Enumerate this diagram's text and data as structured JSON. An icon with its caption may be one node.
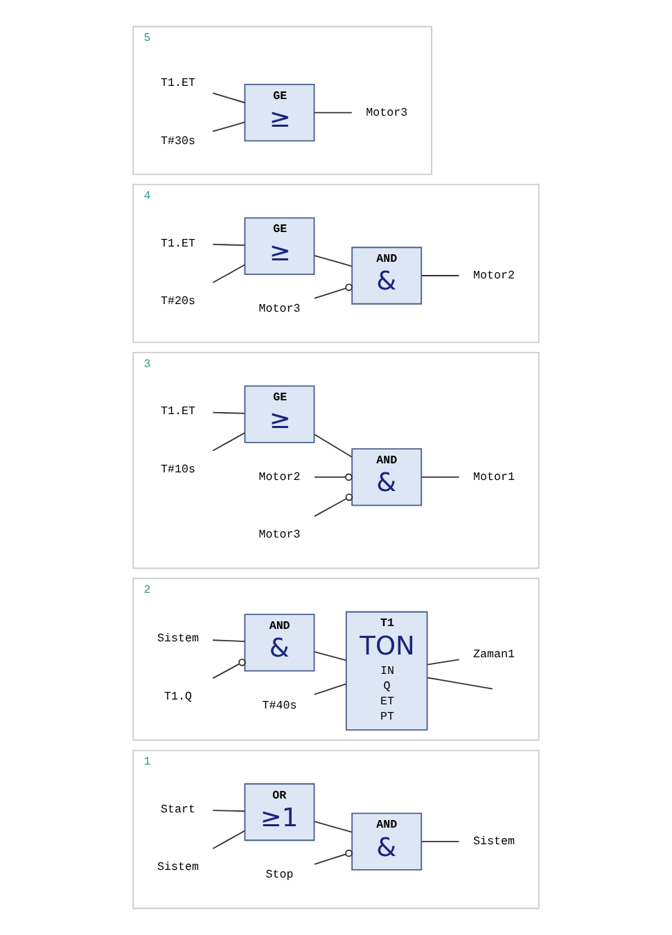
{
  "diagram": {
    "nodes": [
      {
        "text": [
          "1"
        ]
      },
      {
        "text": [
          "Start"
        ],
        "in": 0
      },
      {
        "text": [
          "Sistem"
        ],
        "in": 0
      },
      {
        "text": [
          "OR",
          "≥1"
        ],
        "in": 0
      },
      {
        "text": [
          "AND",
          "&"
        ],
        "in": 0
      },
      {
        "text": [
          "Stop"
        ],
        "in": 0
      },
      {
        "text": [
          "Sistem"
        ],
        "in": 0
      },
      {
        "text": [
          "2"
        ]
      },
      {
        "text": [
          "Sistem"
        ],
        "in": 7
      },
      {
        "text": [
          "T1.Q"
        ],
        "in": 7
      },
      {
        "text": [
          "AND",
          "&"
        ],
        "in": 7
      },
      {
        "text": [
          "T1",
          "TON",
          "IN",
          "Q",
          "ET",
          "PT"
        ],
        "in": 7
      },
      {
        "text": [
          "T#40s"
        ],
        "in": 7
      },
      {
        "text": [
          "Zaman1"
        ],
        "in": 7
      },
      {
        "text": [
          "3"
        ]
      },
      {
        "text": [
          "T1.ET"
        ],
        "in": 14
      },
      {
        "text": [
          "T#10s"
        ],
        "in": 14
      },
      {
        "text": [
          "GE",
          "≥"
        ],
        "in": 14
      },
      {
        "text": [
          "AND",
          "&"
        ],
        "in": 14
      },
      {
        "text": [
          "Motor2"
        ],
        "in": 14
      },
      {
        "text": [
          "Motor3"
        ],
        "in": 14
      },
      {
        "text": [
          "Motor1"
        ],
        "in": 14
      },
      {
        "text": [
          "4"
        ]
      },
      {
        "text": [
          "T1.ET"
        ],
        "in": 22
      },
      {
        "text": [
          "T#20s"
        ],
        "in": 22
      },
      {
        "text": [
          "GE",
          "≥"
        ],
        "in": 22
      },
      {
        "text": [
          "AND",
          "&"
        ],
        "in": 22
      },
      {
        "text": [
          "Motor3"
        ],
        "in": 22
      },
      {
        "text": [
          "Motor2"
        ],
        "in": 22
      },
      {
        "text": [
          "5"
        ]
      },
      {
        "text": [
          "T1.ET"
        ],
        "in": 29
      },
      {
        "text": [
          "T#30s"
        ],
        "in": 29
      },
      {
        "text": [
          "GE",
          "≥"
        ],
        "in": 29
      },
      {
        "text": [
          "Motor3"
        ],
        "in": 29
      }
    ],
    "edges": [
      {
        "from": 1,
        "to": 3,
        "arrow": "none"
      },
      {
        "from": 2,
        "to": 3,
        "arrow": "none"
      },
      {
        "from": 3,
        "to": 4,
        "arrow": "none"
      },
      {
        "from": 5,
        "to": 4,
        "arrow": "other"
      },
      {
        "from": 4,
        "to": 6,
        "arrow": "none"
      },
      {
        "from": 8,
        "to": 10,
        "arrow": "none"
      },
      {
        "from": 9,
        "to": 10,
        "arrow": "other"
      },
      {
        "from": 10,
        "to": 11,
        "arrow": "none"
      },
      {
        "from": 12,
        "to": 11,
        "arrow": "none"
      },
      {
        "from": 11,
        "to": null,
        "arrow": "none"
      },
      {
        "from": 11,
        "to": 13,
        "arrow": "none"
      },
      {
        "from": 15,
        "to": 17,
        "arrow": "none"
      },
      {
        "from": 16,
        "to": 17,
        "arrow": "none"
      },
      {
        "from": 17,
        "to": 18,
        "arrow": "none"
      },
      {
        "from": 19,
        "to": 18,
        "arrow": "other"
      },
      {
        "from": 20,
        "to": 18,
        "arrow": "other"
      },
      {
        "from": 18,
        "to": 21,
        "arrow": "none"
      },
      {
        "from": 23,
        "to": 25,
        "arrow": "none"
      },
      {
        "from": 24,
        "to": 25,
        "arrow": "none"
      },
      {
        "from": 25,
        "to": 26,
        "arrow": "none"
      },
      {
        "from": 27,
        "to": 26,
        "arrow": "other"
      },
      {
        "from": 26,
        "to": 28,
        "arrow": "none"
      },
      {
        "from": 30,
        "to": 32,
        "arrow": "none"
      },
      {
        "from": 31,
        "to": 32,
        "arrow": "none"
      },
      {
        "from": 32,
        "to": 33,
        "arrow": "none"
      }
    ]
  }
}
